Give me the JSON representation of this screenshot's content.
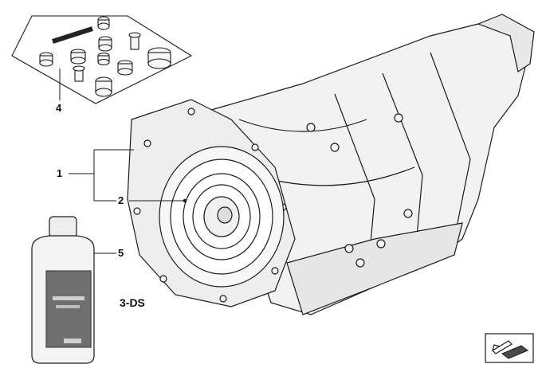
{
  "callouts": {
    "part_1": "1",
    "part_2": "2",
    "part_4": "4",
    "part_5": "5"
  },
  "code_label": "3-DS",
  "icons": {
    "nav": "forward-arrow-icon"
  },
  "colors": {
    "line": "#1a1a1a",
    "fill_light": "#f2f2f2",
    "fill_mid": "#d9d9d9",
    "fill_dark": "#9a9a9a",
    "bottle_label": "#6f6f6f"
  }
}
